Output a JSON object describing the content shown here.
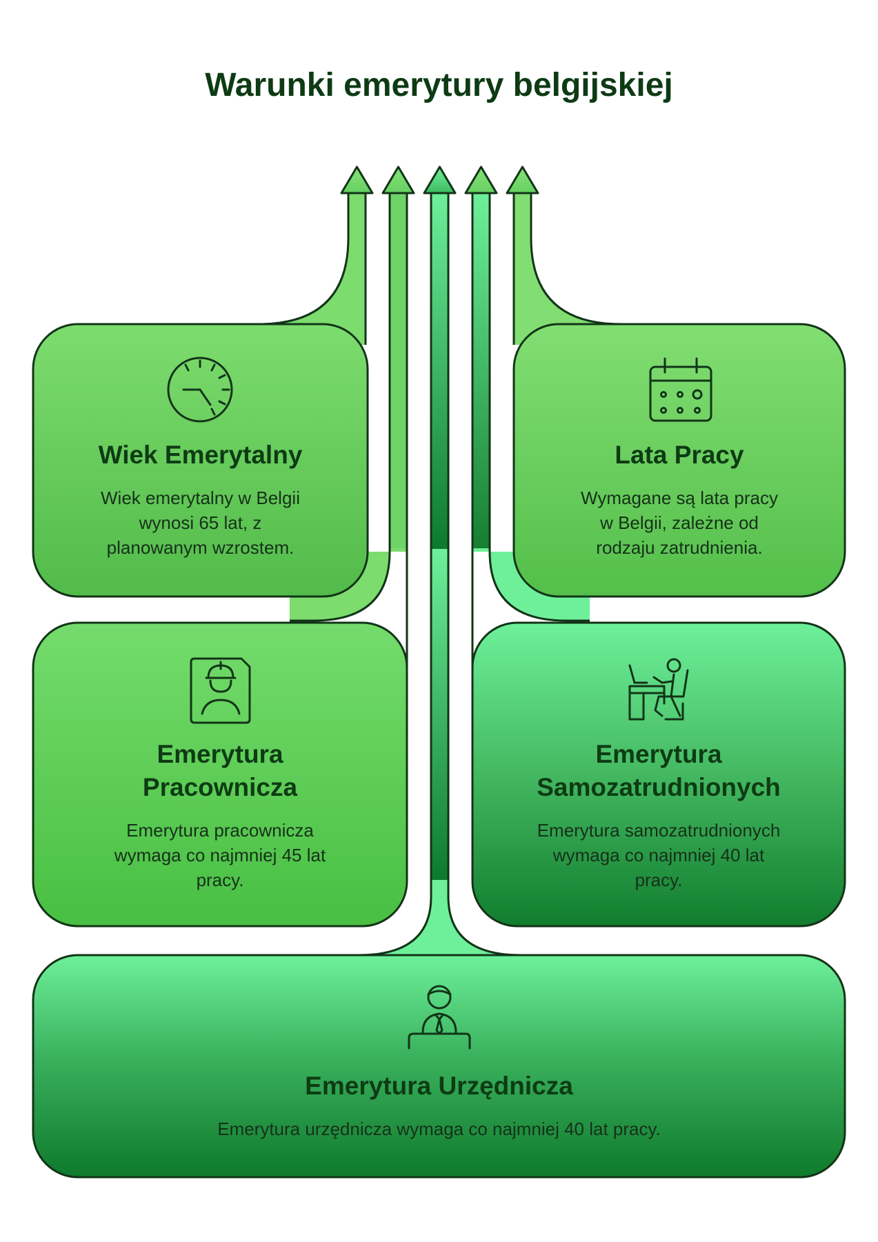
{
  "title": "Warunki emerytury belgijskiej",
  "cards": [
    {
      "id": "wiek",
      "icon": "clock-icon",
      "title_lines": [
        "Wiek Emerytalny"
      ],
      "description_lines": [
        "Wiek emerytalny w Belgii",
        "wynosi 65 lat, z",
        "planowanym wzrostem."
      ]
    },
    {
      "id": "lata",
      "icon": "calendar-icon",
      "title_lines": [
        "Lata Pracy"
      ],
      "description_lines": [
        "Wymagane są lata pracy",
        "w Belgii, zależne od",
        "rodzaju zatrudnienia."
      ]
    },
    {
      "id": "pracownicza",
      "icon": "worker-badge-icon",
      "title_lines": [
        "Emerytura",
        "Pracownicza"
      ],
      "description_lines": [
        "Emerytura pracownicza",
        "wymaga co najmniej 45 lat",
        "pracy."
      ]
    },
    {
      "id": "samozatrudnionych",
      "icon": "person-at-desk-icon",
      "title_lines": [
        "Emerytura",
        "Samozatrudnionych"
      ],
      "description_lines": [
        "Emerytura samozatrudnionych",
        "wymaga co najmniej 40 lat",
        "pracy."
      ]
    },
    {
      "id": "urzednicza",
      "icon": "civil-servant-icon",
      "title_lines": [
        "Emerytura Urzędnicza"
      ],
      "description_lines": [
        "Emerytura urzędnicza wymaga co najmniej 40 lat pracy."
      ]
    }
  ],
  "colors": {
    "outline": "#123418",
    "text": "#0d3b14",
    "light_green": "#7ddc6e",
    "mid_green": "#4bc246",
    "mint_green": "#6ef09a",
    "dark_green": "#0c7a2c"
  }
}
